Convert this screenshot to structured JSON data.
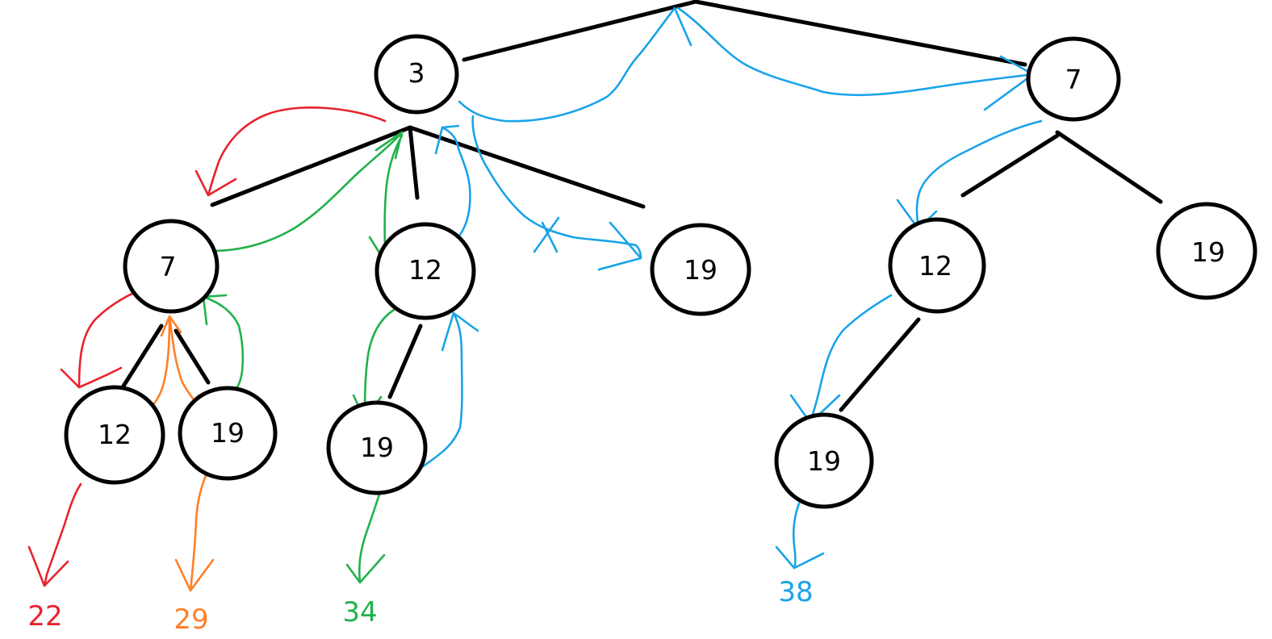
{
  "colors": {
    "node_stroke": "#000000",
    "edge": "#000000",
    "red": "#e8232e",
    "orange": "#ff7f27",
    "green": "#22b14c",
    "blue": "#1aa3e8"
  },
  "nodes": {
    "root": "",
    "n3": "3",
    "n7_left": "7",
    "n12_mid": "12",
    "n19_mid": "19",
    "n12_leftleaf": "12",
    "n19_leftleaf": "19",
    "n19_under12": "19",
    "n7_right": "7",
    "n12_right": "12",
    "n19_right": "19",
    "n19_rightleaf": "19"
  },
  "path_results": {
    "red": "22",
    "orange": "29",
    "green": "34",
    "blue": "38"
  }
}
